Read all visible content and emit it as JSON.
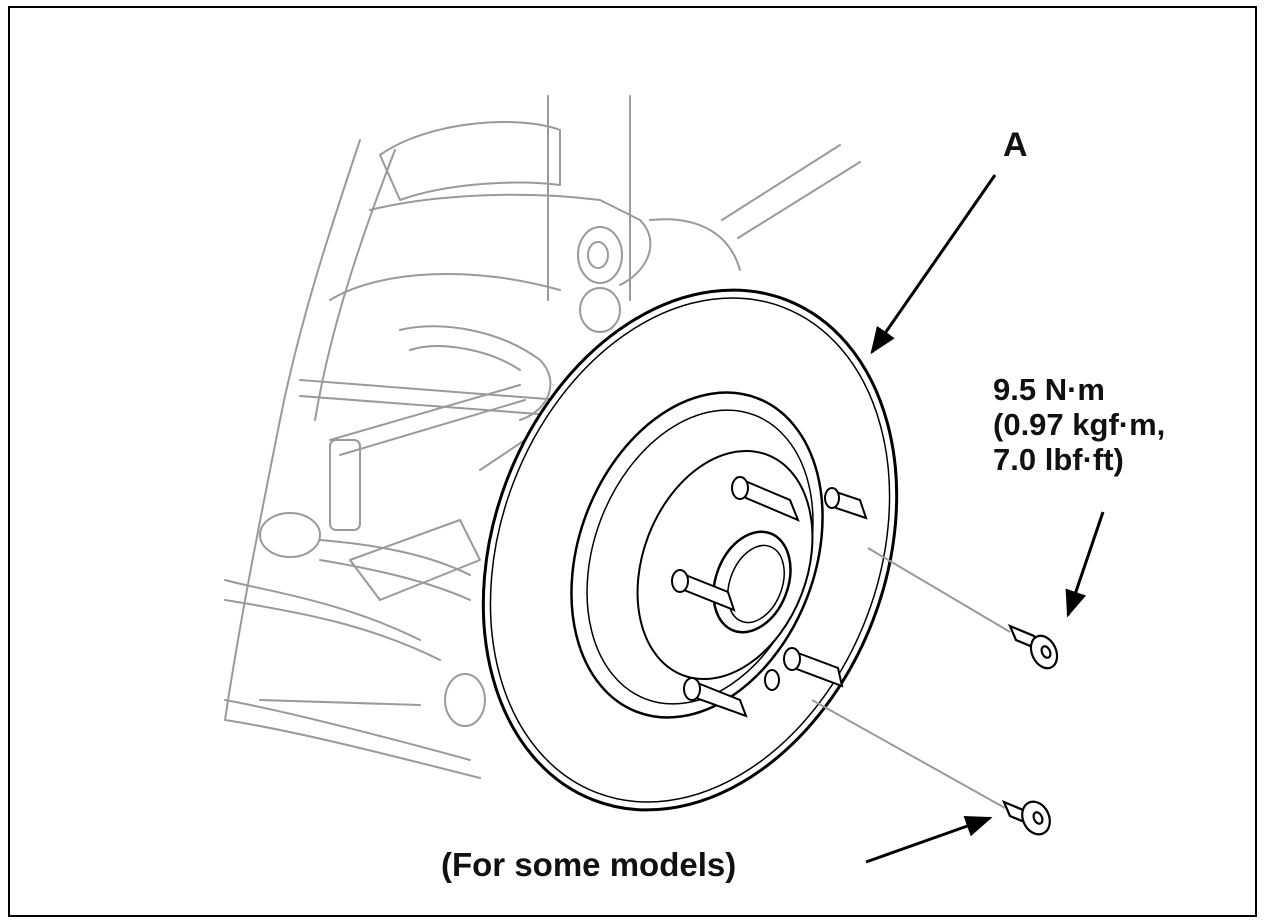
{
  "callouts": {
    "part_a": "A",
    "torque_nm": "9.5 N·m",
    "torque_kgf": "(0.97 kgf·m,",
    "torque_lbf": "7.0 lbf·ft)",
    "models_note": "(For some models)"
  },
  "colors": {
    "outline": "#000000",
    "faint_line": "#9a9a9a",
    "background": "#ffffff"
  }
}
